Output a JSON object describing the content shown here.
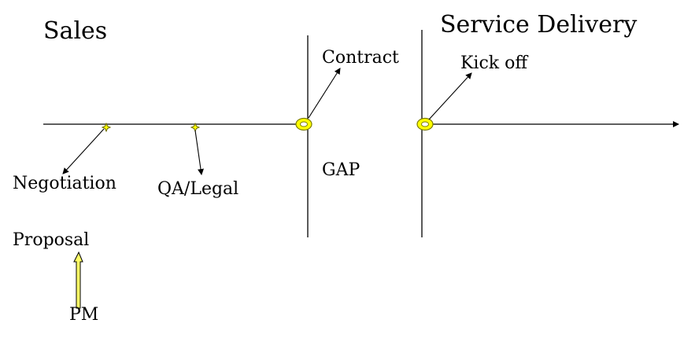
{
  "headings": {
    "sales": "Sales",
    "service_delivery": "Service Delivery"
  },
  "milestones": {
    "contract": "Contract",
    "kick_off": "Kick off",
    "negotiation": "Negotiation",
    "qa_legal": "QA/Legal",
    "gap": "GAP",
    "proposal": "Proposal",
    "pm": "PM"
  },
  "colors": {
    "line": "#000000",
    "marker_fill": "#ffff00",
    "marker_stroke": "#8a8a00",
    "pm_arrow_fill": "#ffff66"
  }
}
